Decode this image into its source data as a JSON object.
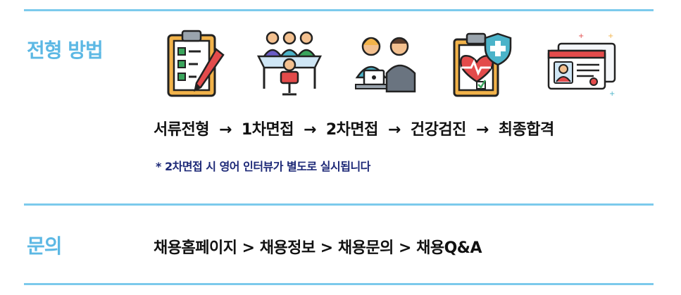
{
  "section1": {
    "title": "전형 방법",
    "steps": [
      "서류전형",
      "1차면접",
      "2차면접",
      "건강검진",
      "최종합격"
    ],
    "arrow": "→",
    "note": "* 2차면접 시 영어 인터뷰가 별도로 실시됩니다",
    "icons": [
      "clipboard-checklist-icon",
      "interview-panel-icon",
      "video-interview-icon",
      "health-checkup-icon",
      "id-card-icon"
    ]
  },
  "section2": {
    "title": "문의",
    "path": "채용홈페이지 > 채용정보 > 채용문의 > 채용Q&A"
  },
  "colors": {
    "accent": "#5cb8e4",
    "rule": "#7ccaec",
    "note": "#1e2a78"
  }
}
